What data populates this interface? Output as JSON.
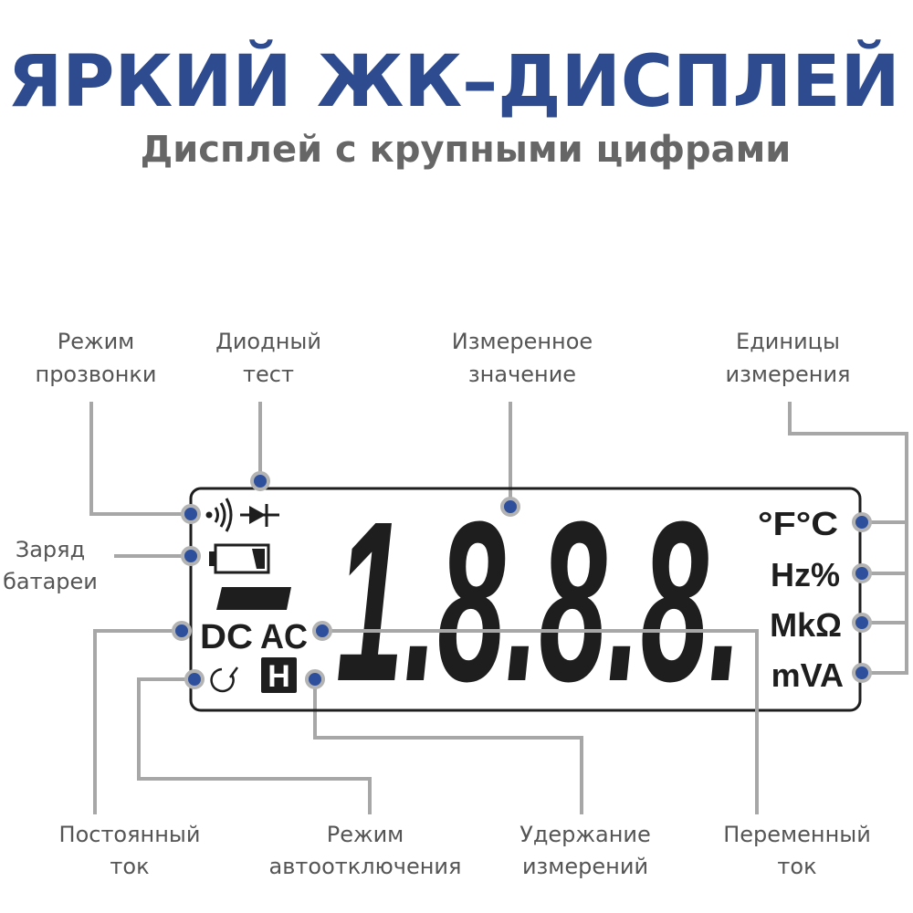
{
  "title": "ЯРКИЙ ЖК–ДИСПЛЕЙ",
  "subtitle": "Дисплей с крупными цифрами",
  "colors": {
    "accent": "#2d4b8e",
    "dot": "#2d4f9c",
    "line": "#a7a7a7",
    "lcd": "#1e1e1e"
  },
  "lcd": {
    "digits": "1.8.8.8.",
    "mode_dc": "DC",
    "mode_ac": "AC",
    "hold": "H",
    "units": [
      "°F°C",
      "Hz%",
      "MkΩ",
      "mVA"
    ],
    "icons": [
      "continuity-icon",
      "diode-icon",
      "battery-icon",
      "negative-sign",
      "auto-off-icon",
      "hold-icon"
    ]
  },
  "labels": {
    "continuity": [
      "Режим",
      "прозвонки"
    ],
    "diode": [
      "Диодный",
      "тест"
    ],
    "measured": [
      "Измеренное",
      "значение"
    ],
    "units": [
      "Единицы",
      "измерения"
    ],
    "battery": [
      "Заряд",
      "батареи"
    ],
    "dc": [
      "Постоянный",
      "ток"
    ],
    "autooff": [
      "Режим",
      "автоотключения"
    ],
    "hold": [
      "Удержание",
      "измерений"
    ],
    "ac": [
      "Переменный",
      "ток"
    ]
  }
}
